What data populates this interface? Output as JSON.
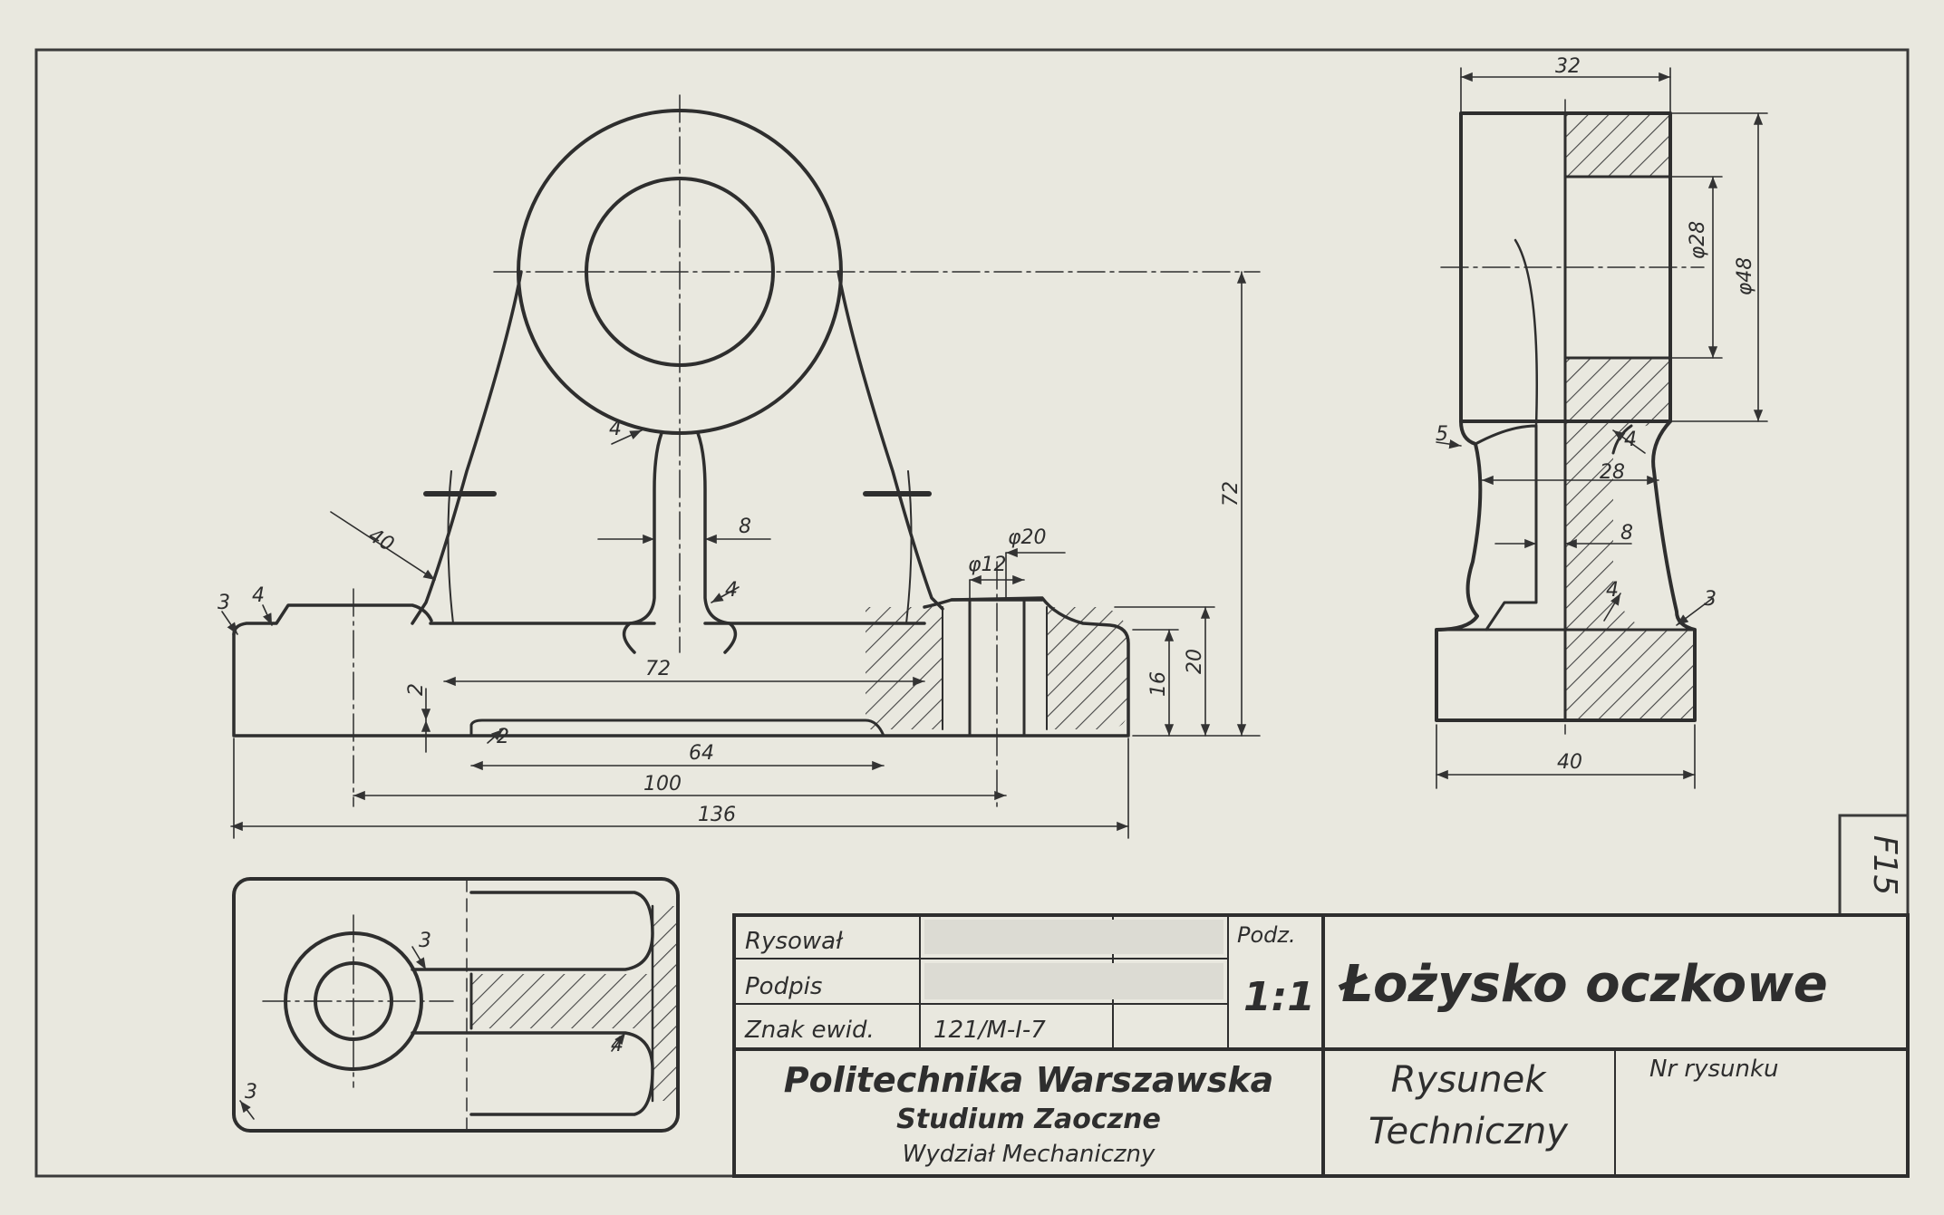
{
  "sheet_code": "F15",
  "front_view": {
    "dims": {
      "height_total": "72",
      "fillet_outer": "40",
      "fillet_left_edge": "3",
      "fillet_left_step": "4",
      "rib_fillet_left": "4",
      "rib_fillet_right": "4",
      "rib_thickness": "8",
      "hole_large": "φ20",
      "hole_small": "φ12",
      "slot_inner": "72",
      "slot_depth": "2",
      "slot_corner": "2",
      "slot_width": "64",
      "hole_spacing": "100",
      "overall_length": "136",
      "base_height": "16",
      "boss_height": "20"
    }
  },
  "side_view": {
    "dims": {
      "width_top": "32",
      "bore": "φ28",
      "eye_outer": "φ48",
      "neck_fillet": "5",
      "inner_fillet": "4",
      "neck_width": "28",
      "web_thickness": "8",
      "base_fillet_inner": "4",
      "base_fillet_outer": "3",
      "base_width": "40"
    }
  },
  "top_view": {
    "dims": {
      "fillet_a": "3",
      "fillet_b": "4",
      "corner": "3"
    }
  },
  "title_block": {
    "rysowal_label": "Rysował",
    "podpis_label": "Podpis",
    "znak_label": "Znak ewid.",
    "znak_value": "121/M-I-7",
    "podz_label": "Podz.",
    "scale": "1:1",
    "part_name": "Łożysko oczkowe",
    "university": "Politechnika Warszawska",
    "studium": "Studium Zaoczne",
    "faculty": "Wydział Mechaniczny",
    "doc_type_line1": "Rysunek",
    "doc_type_line2": "Techniczny",
    "nr_label": "Nr rysunku"
  }
}
